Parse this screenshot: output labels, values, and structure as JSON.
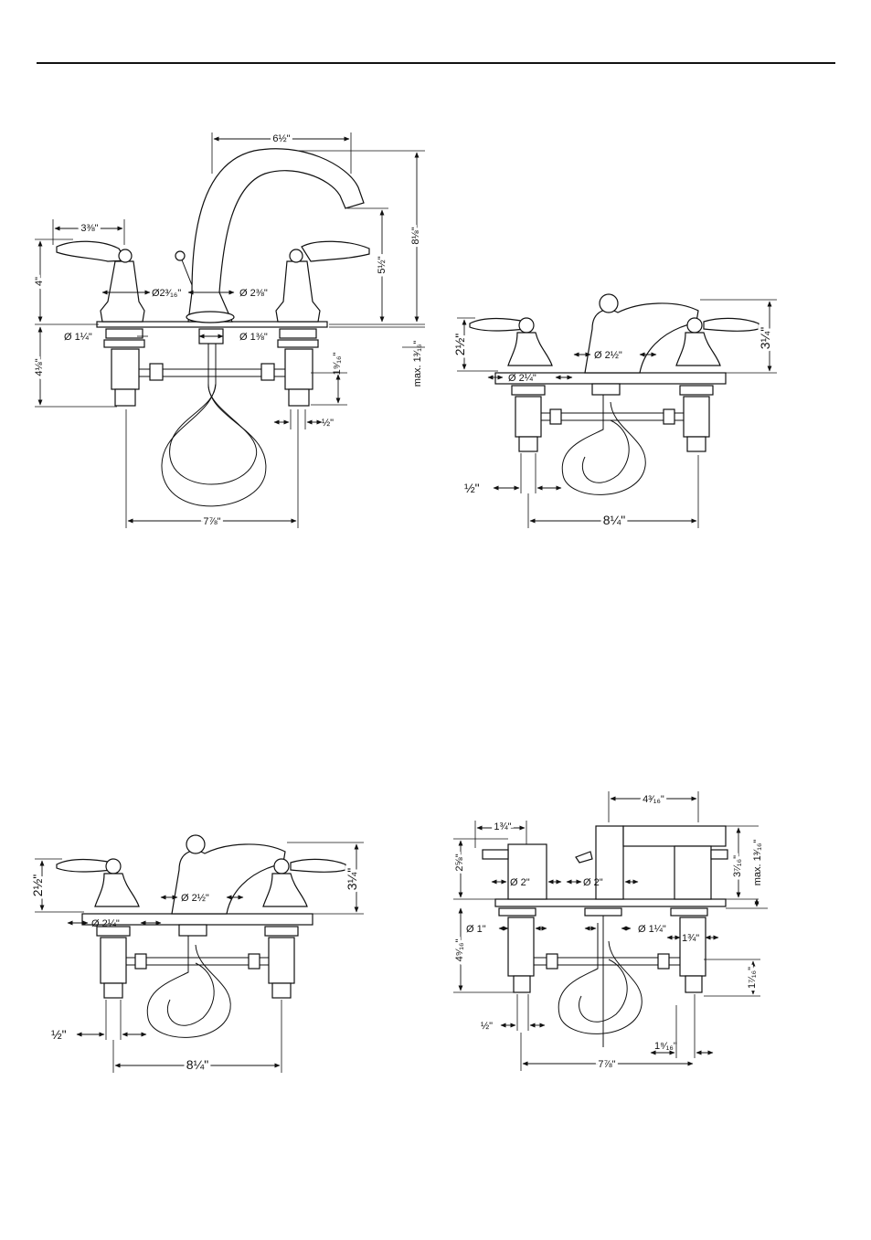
{
  "diagrams": [
    {
      "id": "faucet-1",
      "labels": {
        "spout_reach": "6½\"",
        "spout_height": "8⅛\"",
        "aerator_height": "5½\"",
        "handle_reach": "3⅜\"",
        "handle_height": "4\"",
        "handle_base_dia": "Ø2³⁄₁₆\"",
        "spout_base_dia": "Ø 2⅜\"",
        "handle_shank_dia": "Ø 1¼\"",
        "spout_shank_dia": "Ø 1⅜\"",
        "shank_length": "4⅛\"",
        "connector_length": "1⁹⁄₁₆\"",
        "max_thickness": "max. 1³⁄₁₆\"",
        "connector_size": "½\"",
        "center_spread": "7⅞\""
      }
    },
    {
      "id": "faucet-2",
      "labels": {
        "handle_height": "2½\"",
        "spout_height": "3¼\"",
        "spout_base_dia": "Ø 2½\"",
        "handle_base_dia": "Ø 2¼\"",
        "connector_size": "½\"",
        "center_spread": "8¼\""
      }
    },
    {
      "id": "faucet-3",
      "labels": {
        "handle_height": "2½\"",
        "spout_height": "3¼\"",
        "spout_base_dia": "Ø 2½\"",
        "handle_base_dia": "Ø 2¼\"",
        "connector_size": "½\"",
        "center_spread": "8¼\""
      }
    },
    {
      "id": "faucet-4",
      "labels": {
        "spout_reach": "4³⁄₁₆\"",
        "handle_reach": "1¾\"",
        "handle_height": "2⅝\"",
        "spout_height": "3⁷⁄₁₆\"",
        "max_thickness": "max. 1³⁄₁₆\"",
        "handle_base_dia": "Ø 2\"",
        "spout_base_dia": "Ø 2\"",
        "handle_shank_dia": "Ø 1\"",
        "spout_shank_dia": "Ø 1¼\"",
        "valve_shank_dia": "1¾\"",
        "shank_length": "4⁹⁄₁₆\"",
        "connector_length": "1⁷⁄₁₆\"",
        "connector_size": "½\"",
        "nut_size": "1⁹⁄₁₆\"",
        "center_spread": "7⅞\""
      }
    }
  ]
}
